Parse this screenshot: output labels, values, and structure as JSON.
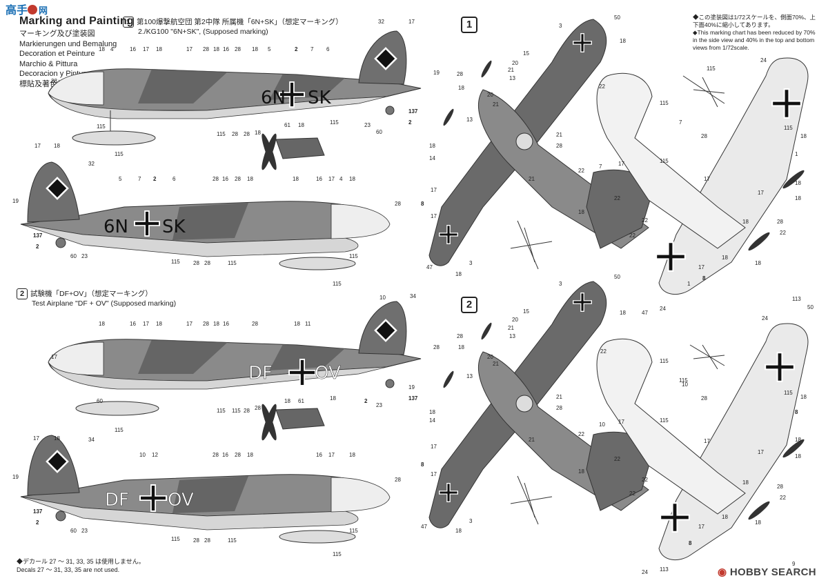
{
  "header": {
    "title": "Marking and Painting",
    "languages": [
      "マーキング及び塗装図",
      "Markierungen und Bemalung",
      "Decoration et Peinture",
      "Marchio & Pittura",
      "Decoracion y Pintura",
      "標貼及著色指示"
    ]
  },
  "logo": {
    "text": "高手",
    "subtext": "网"
  },
  "schemes": [
    {
      "number": "1",
      "title_jp": "第100爆撃航空団 第2中隊 所属機「6N+SK」（想定マーキング）",
      "title_en": "2./KG100 \"6N+SK\", (Supposed marking)",
      "registration_left": "6N",
      "registration_right": "SK"
    },
    {
      "number": "2",
      "title_jp": "試験機「DF+OV」（想定マーキング）",
      "title_en": "Test Airplane \"DF + OV\" (Supposed marking)",
      "registration_left": "DF",
      "registration_right": "OV"
    }
  ],
  "scale_note": {
    "jp": "◆この塗装図は1/72スケールを、側面70%、上下面40%に縮小してあります。",
    "en": "◆This marking chart has been reduced by 70% in the side view and 40% in the top and bottom views from 1/72scale."
  },
  "decal_note": {
    "jp": "◆デカール 27 ～ 31, 33, 35 は使用しません。",
    "en": "Decals 27 ～ 31, 33, 35 are not used."
  },
  "watermark": {
    "brand": "HOBBY",
    "suffix": "SEARCH"
  },
  "callouts": {
    "side1": [
      "18",
      "4",
      "16",
      "17",
      "18",
      "17",
      "28",
      "18",
      "16",
      "28",
      "18",
      "5",
      "2",
      "7",
      "6",
      "32",
      "17",
      "28",
      "19",
      "137",
      "2",
      "23",
      "60",
      "115",
      "115",
      "115",
      "28",
      "28",
      "18",
      "61",
      "18",
      "115"
    ],
    "side2": [
      "17",
      "18",
      "32",
      "19",
      "5",
      "7",
      "2",
      "6",
      "28",
      "16",
      "28",
      "18",
      "18",
      "16",
      "17",
      "4",
      "18",
      "28",
      "137",
      "2",
      "60",
      "23",
      "115",
      "28",
      "28",
      "115",
      "115",
      "115"
    ],
    "side3": [
      "18",
      "16",
      "17",
      "18",
      "17",
      "28",
      "18",
      "16",
      "28",
      "18",
      "11",
      "10",
      "34",
      "17",
      "28",
      "19",
      "137",
      "2",
      "23",
      "60",
      "115",
      "115",
      "115",
      "28",
      "28",
      "18",
      "61",
      "18",
      "115"
    ],
    "side4": [
      "17",
      "18",
      "34",
      "19",
      "10",
      "12",
      "28",
      "16",
      "28",
      "18",
      "16",
      "17",
      "18",
      "28",
      "137",
      "2",
      "60",
      "23",
      "115",
      "28",
      "28",
      "115",
      "115",
      "115"
    ],
    "plan1": [
      "50",
      "3",
      "18",
      "15",
      "20",
      "21",
      "13",
      "28",
      "18",
      "20",
      "21",
      "13",
      "18",
      "14",
      "17",
      "8",
      "17",
      "47",
      "18",
      "3",
      "22",
      "21",
      "28",
      "21",
      "22",
      "7",
      "17",
      "22",
      "18",
      "22",
      "22"
    ],
    "plan2": [
      "24",
      "115",
      "115",
      "7",
      "28",
      "115",
      "115",
      "18",
      "1",
      "17",
      "18",
      "17",
      "18",
      "18",
      "28",
      "22",
      "18",
      "18",
      "17",
      "8",
      "1",
      "113",
      "24",
      "47"
    ],
    "plan3": [
      "50",
      "3",
      "18",
      "15",
      "20",
      "21",
      "13",
      "28",
      "18",
      "20",
      "21",
      "13",
      "18",
      "14",
      "17",
      "8",
      "17",
      "47",
      "18",
      "3",
      "22",
      "21",
      "28",
      "21",
      "22",
      "10",
      "17",
      "22",
      "18",
      "22",
      "22"
    ],
    "plan4": [
      "50",
      "24",
      "115",
      "115",
      "10",
      "28",
      "115",
      "115",
      "18",
      "8",
      "17",
      "18",
      "17",
      "18",
      "18",
      "28",
      "22",
      "18",
      "18",
      "17",
      "8",
      "9",
      "113",
      "24",
      "47"
    ]
  }
}
